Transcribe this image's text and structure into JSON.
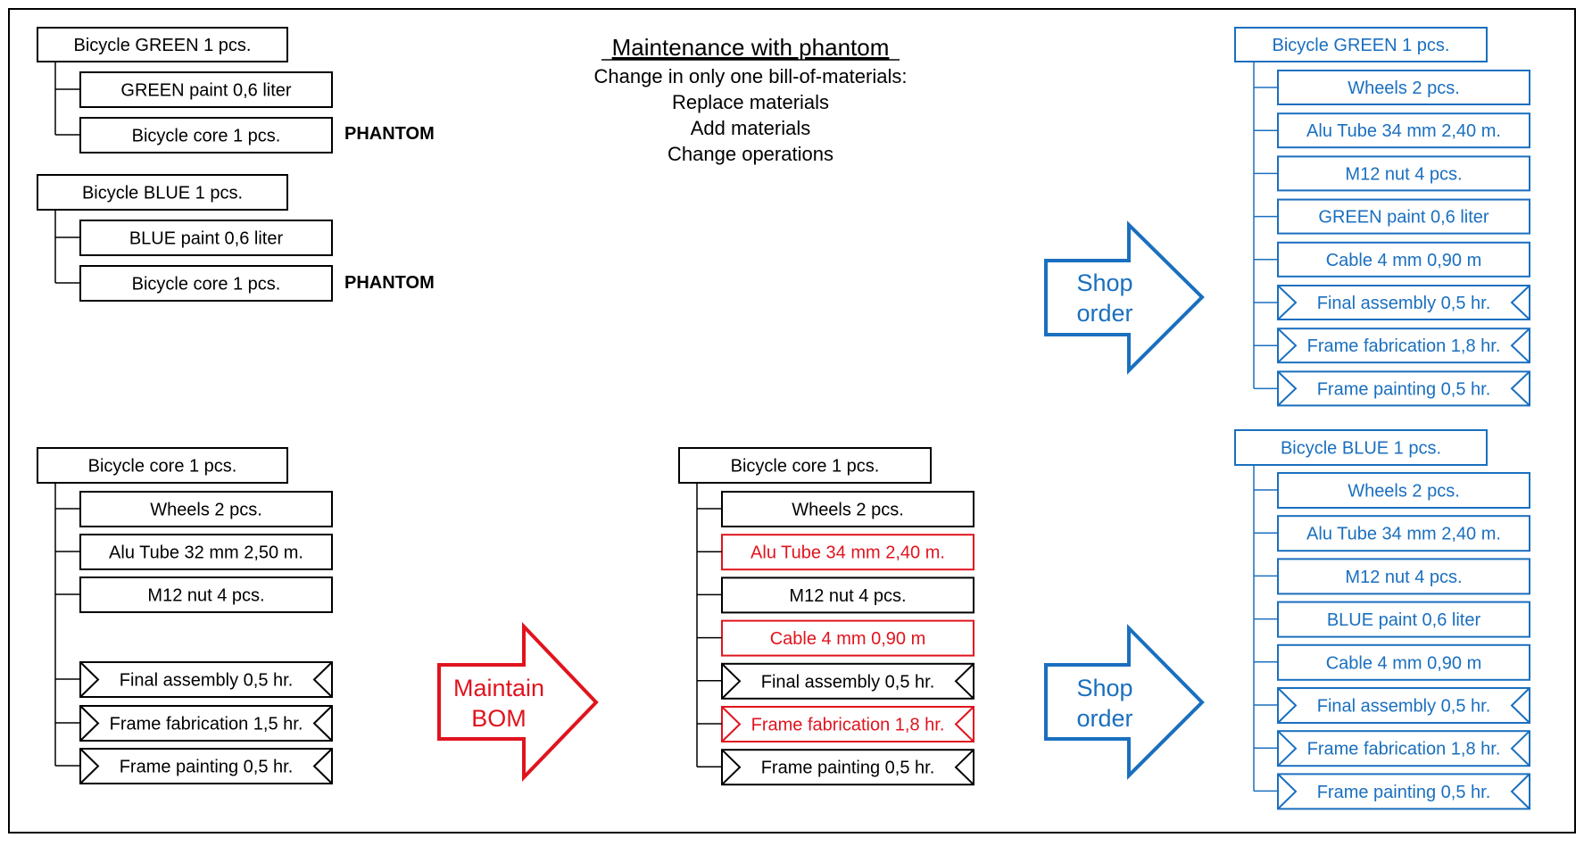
{
  "colors": {
    "black": "#000000",
    "red": "#e0141e",
    "blue": "#1a6fbf"
  },
  "header": {
    "title": "Maintenance with phantom",
    "lines": [
      "Change in only one bill-of-materials:",
      "Replace materials",
      "Add materials",
      "Change operations"
    ]
  },
  "phantom_label": "PHANTOM",
  "green_bom": {
    "parent": "Bicycle GREEN 1 pcs.",
    "children": [
      "GREEN paint 0,6 liter",
      "Bicycle core 1 pcs."
    ]
  },
  "blue_bom": {
    "parent": "Bicycle BLUE 1 pcs.",
    "children": [
      "BLUE paint 0,6 liter",
      "Bicycle core 1 pcs."
    ]
  },
  "core_old": {
    "parent": "Bicycle core 1 pcs.",
    "materials": [
      "Wheels 2 pcs.",
      "Alu Tube 32 mm 2,50 m.",
      "M12 nut 4 pcs."
    ],
    "operations": [
      "Final assembly 0,5 hr.",
      "Frame fabrication 1,5 hr.",
      "Frame painting 0,5 hr."
    ]
  },
  "maintain_arrow": {
    "line1": "Maintain",
    "line2": "BOM"
  },
  "core_new": {
    "parent": "Bicycle core 1 pcs.",
    "items": [
      {
        "label": "Wheels 2 pcs.",
        "changed": false,
        "op": false
      },
      {
        "label": "Alu Tube 34 mm 2,40 m.",
        "changed": true,
        "op": false
      },
      {
        "label": "M12 nut 4 pcs.",
        "changed": false,
        "op": false
      },
      {
        "label": "Cable 4 mm 0,90 m",
        "changed": true,
        "op": false
      },
      {
        "label": "Final assembly 0,5 hr.",
        "changed": false,
        "op": true
      },
      {
        "label": "Frame fabrication 1,8 hr.",
        "changed": true,
        "op": true
      },
      {
        "label": "Frame painting 0,5 hr.",
        "changed": false,
        "op": true
      }
    ]
  },
  "shop_arrow": {
    "line1": "Shop",
    "line2": "order"
  },
  "shop_green": {
    "parent": "Bicycle GREEN 1 pcs.",
    "items": [
      {
        "label": "Wheels 2 pcs.",
        "op": false
      },
      {
        "label": "Alu Tube 34 mm 2,40 m.",
        "op": false
      },
      {
        "label": "M12 nut 4 pcs.",
        "op": false
      },
      {
        "label": "GREEN paint 0,6 liter",
        "op": false
      },
      {
        "label": "Cable 4 mm 0,90 m",
        "op": false
      },
      {
        "label": "Final assembly 0,5 hr.",
        "op": true
      },
      {
        "label": "Frame fabrication 1,8 hr.",
        "op": true
      },
      {
        "label": "Frame painting 0,5 hr.",
        "op": true
      }
    ]
  },
  "shop_blue": {
    "parent": "Bicycle BLUE 1 pcs.",
    "items": [
      {
        "label": "Wheels 2 pcs.",
        "op": false
      },
      {
        "label": "Alu Tube 34 mm 2,40 m.",
        "op": false
      },
      {
        "label": "M12 nut 4 pcs.",
        "op": false
      },
      {
        "label": "BLUE paint 0,6 liter",
        "op": false
      },
      {
        "label": "Cable 4 mm 0,90 m",
        "op": false
      },
      {
        "label": "Final assembly 0,5 hr.",
        "op": true
      },
      {
        "label": "Frame fabrication 1,8 hr.",
        "op": true
      },
      {
        "label": "Frame painting 0,5 hr.",
        "op": true
      }
    ]
  }
}
